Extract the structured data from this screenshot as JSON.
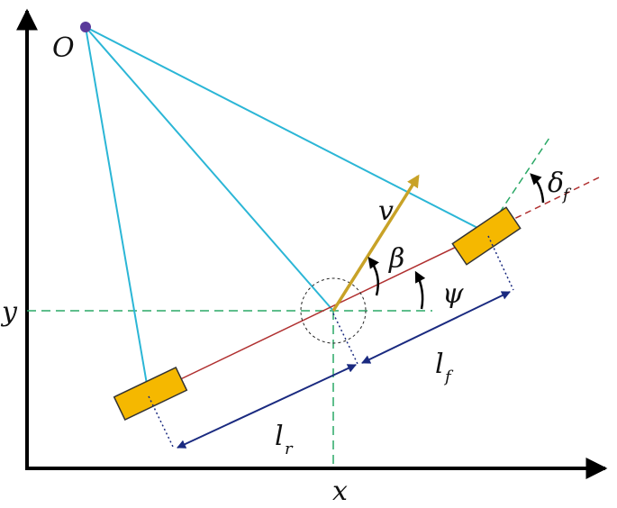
{
  "labels": {
    "origin": "O",
    "velocity": "v",
    "slip_angle": "β",
    "heading": "ψ",
    "steer": "δ",
    "steer_sub": "f",
    "front_len": "l",
    "front_len_sub": "f",
    "rear_len": "l",
    "rear_len_sub": "r",
    "x_axis": "x",
    "y_axis": "y"
  },
  "colors": {
    "axis": "#000000",
    "radius_lines": "#2bb6d6",
    "velocity": "#c8a227",
    "wheelbase": "#b03030",
    "guides": "#2aa866",
    "dimension": "#1a2a80",
    "wheel_fill": "#f5b800",
    "wheel_stroke": "#333333",
    "origin_point": "#5a3a9a"
  }
}
